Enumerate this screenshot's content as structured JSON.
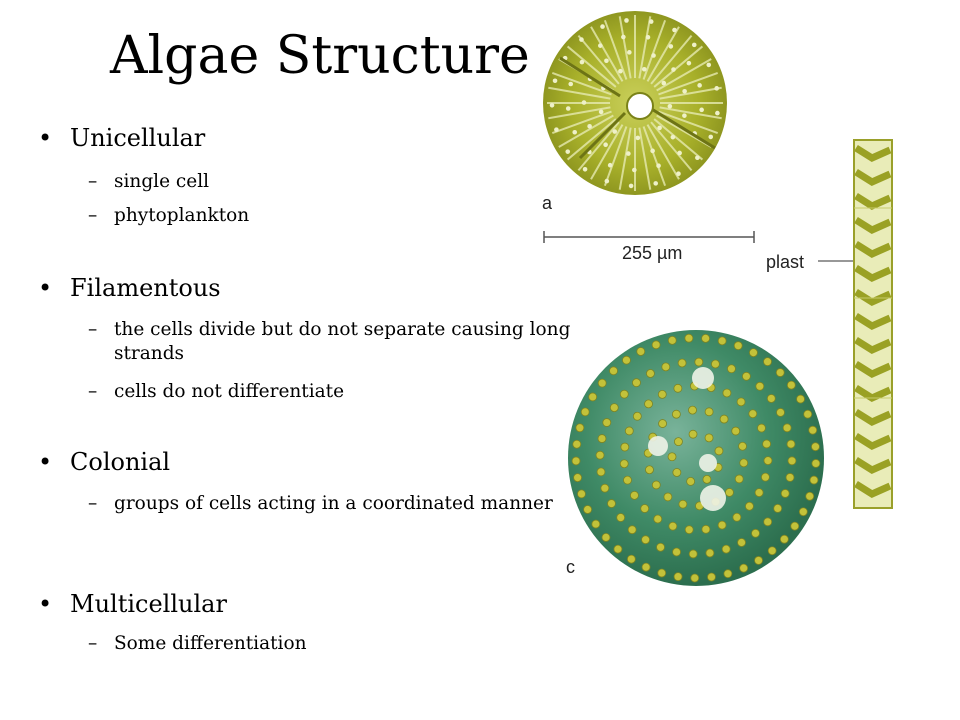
{
  "slide": {
    "title": "Algae Structure",
    "sections": [
      {
        "heading": "Unicellular",
        "items": [
          "single cell",
          "phytoplankton"
        ]
      },
      {
        "heading": "Filamentous",
        "items": [
          "the cells divide but do not separate causing long strands",
          "cells do not differentiate"
        ]
      },
      {
        "heading": "Colonial",
        "items": [
          "groups of cells acting in a coordinated manner"
        ]
      },
      {
        "heading": "Multicellular",
        "items": [
          "Some differentiation"
        ]
      }
    ]
  },
  "figure": {
    "label_a": "a",
    "scale_text": "255  µm",
    "label_plast": "plast",
    "label_c": "c"
  },
  "colors": {
    "diatom": "#a8b02a",
    "colony": "#3f8a66",
    "filament": "#b7bf3a"
  }
}
